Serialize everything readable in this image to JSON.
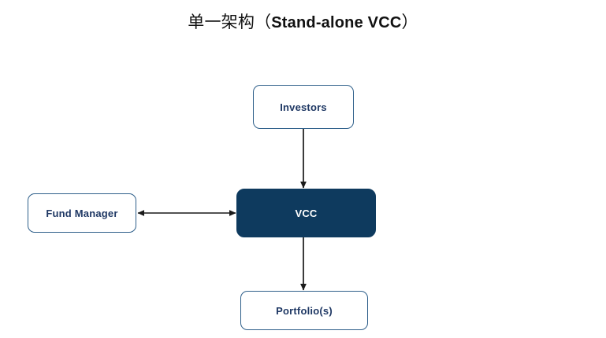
{
  "title": {
    "cjk_prefix": "单一架构（",
    "latin": "Stand-alone VCC",
    "cjk_suffix": "）",
    "full": "单一架构（Stand-alone VCC）"
  },
  "colors": {
    "background": "#ffffff",
    "box_border": "#2E5F8A",
    "box_fill_white": "#ffffff",
    "box_text_blue": "#1F3864",
    "accent_fill": "#0E3A5E",
    "accent_text": "#ffffff",
    "connector": "#1a1a1a",
    "title_text": "#111111"
  },
  "nodes": [
    {
      "id": "investors",
      "label": "Investors",
      "style": "outline"
    },
    {
      "id": "vcc",
      "label": "VCC",
      "style": "filled"
    },
    {
      "id": "fund_manager",
      "label": "Fund Manager",
      "style": "outline"
    },
    {
      "id": "portfolios",
      "label": "Portfolio(s)",
      "style": "outline"
    }
  ],
  "connectors": [
    {
      "id": "investors-to-vcc",
      "from": "investors",
      "to": "vcc",
      "direction": "one-way",
      "orientation": "vertical"
    },
    {
      "id": "fundmanager-to-vcc",
      "from": "fund_manager",
      "to": "vcc",
      "direction": "two-way",
      "orientation": "horizontal"
    },
    {
      "id": "vcc-to-portfolios",
      "from": "vcc",
      "to": "portfolios",
      "direction": "one-way",
      "orientation": "vertical"
    }
  ]
}
